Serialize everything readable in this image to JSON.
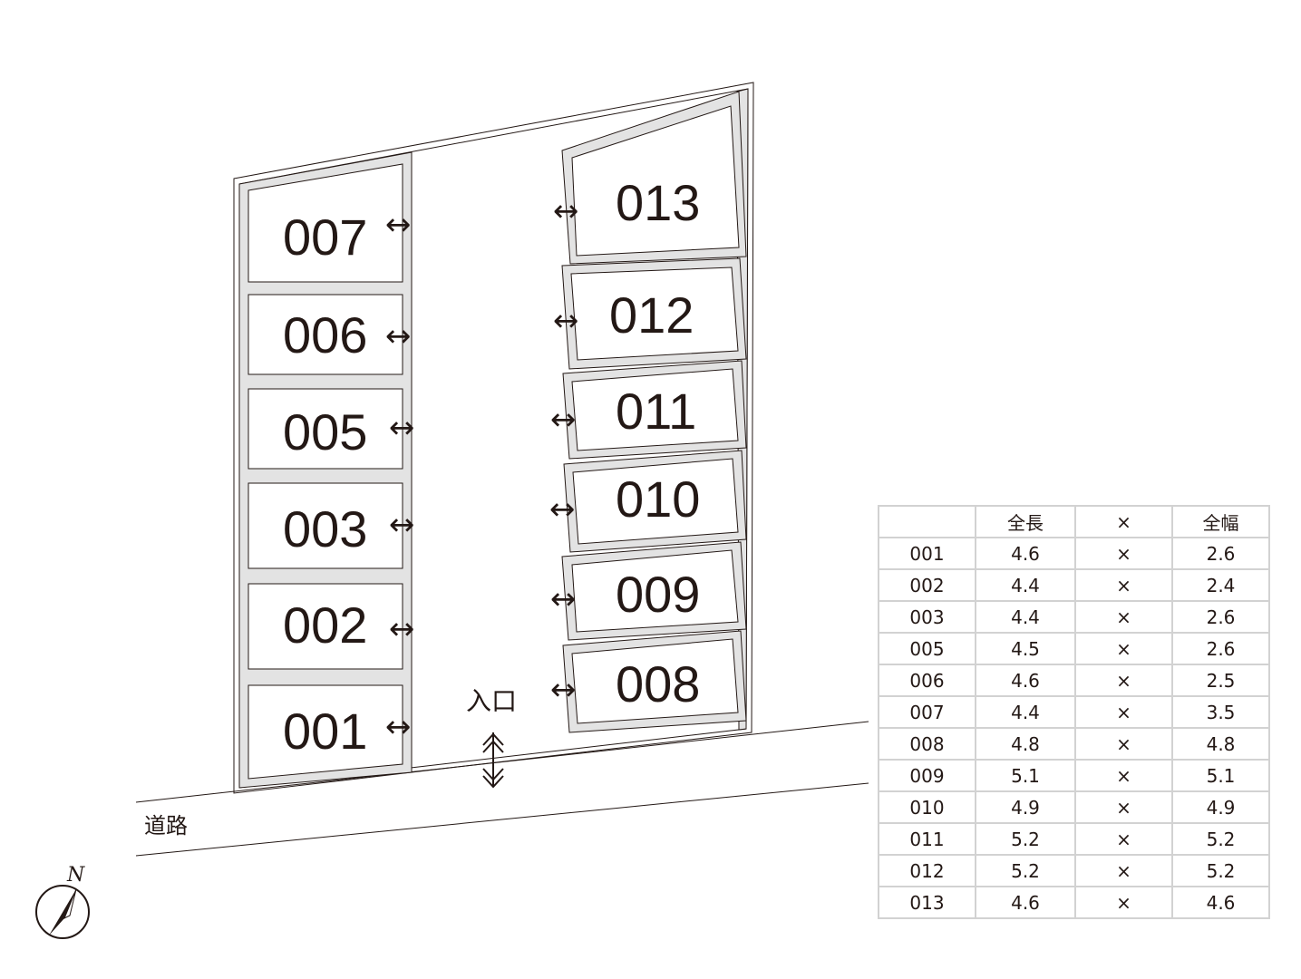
{
  "lots_left": [
    {
      "id": "007",
      "arrow": "↔"
    },
    {
      "id": "006",
      "arrow": "↔"
    },
    {
      "id": "005",
      "arrow": "↔"
    },
    {
      "id": "003",
      "arrow": "↔"
    },
    {
      "id": "002",
      "arrow": "↔"
    },
    {
      "id": "001",
      "arrow": "↔"
    }
  ],
  "lots_right": [
    {
      "id": "013",
      "arrow": "↔"
    },
    {
      "id": "012",
      "arrow": "↔"
    },
    {
      "id": "011",
      "arrow": "↔"
    },
    {
      "id": "010",
      "arrow": "↔"
    },
    {
      "id": "009",
      "arrow": "↔"
    },
    {
      "id": "008",
      "arrow": "↔"
    }
  ],
  "entrance_label": "入口",
  "road_label": "道路",
  "compass": {
    "label": "N",
    "icon": "north-arrow-icon"
  },
  "table": {
    "headers": [
      "",
      "全長",
      "×",
      "全幅"
    ],
    "rows": [
      [
        "001",
        "4.6",
        "×",
        "2.6"
      ],
      [
        "002",
        "4.4",
        "×",
        "2.4"
      ],
      [
        "003",
        "4.4",
        "×",
        "2.6"
      ],
      [
        "005",
        "4.5",
        "×",
        "2.6"
      ],
      [
        "006",
        "4.6",
        "×",
        "2.5"
      ],
      [
        "007",
        "4.4",
        "×",
        "3.5"
      ],
      [
        "008",
        "4.8",
        "×",
        "4.8"
      ],
      [
        "009",
        "5.1",
        "×",
        "5.1"
      ],
      [
        "010",
        "4.9",
        "×",
        "4.9"
      ],
      [
        "011",
        "5.2",
        "×",
        "5.2"
      ],
      [
        "012",
        "5.2",
        "×",
        "5.2"
      ],
      [
        "013",
        "4.6",
        "×",
        "4.6"
      ]
    ]
  },
  "colors": {
    "ink": "#231815",
    "border": "#d2d2d2",
    "slot_fill": "#d9d9d9"
  }
}
